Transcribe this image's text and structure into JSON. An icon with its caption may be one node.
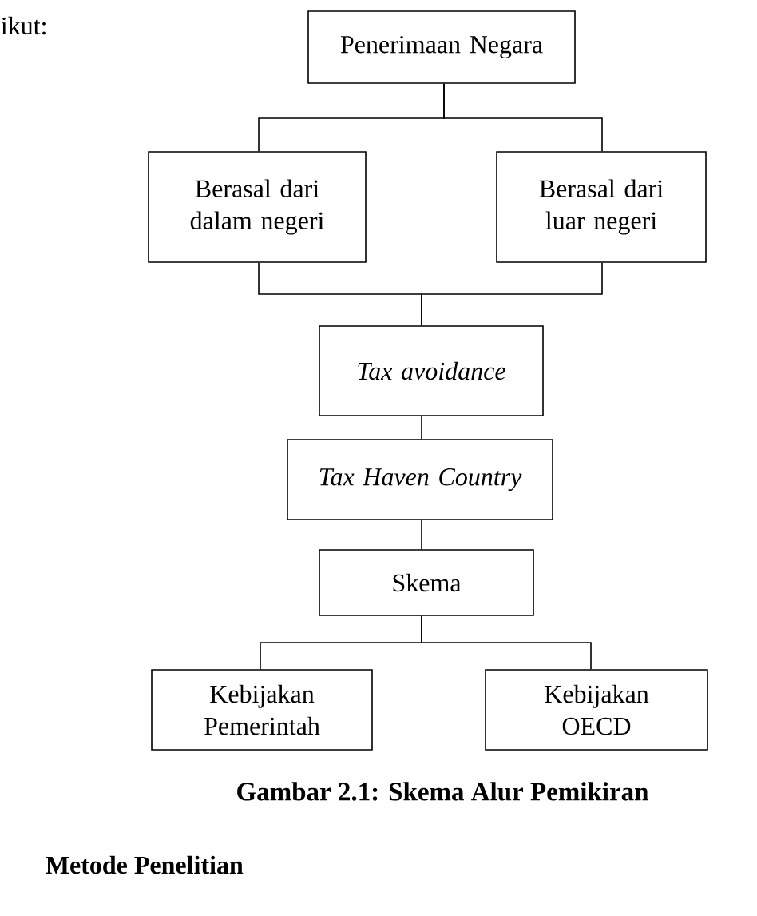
{
  "diagram": {
    "caption": "Gambar 2.1: Skema Alur Pemikiran",
    "nodes": [
      {
        "text": [
          "Penerimaan Negara"
        ]
      },
      {
        "text": [
          "Berasal dari dalam negeri"
        ]
      },
      {
        "text": [
          "Berasal dari luar negeri"
        ]
      },
      {
        "text": [
          "Tax avoidance"
        ]
      },
      {
        "text": [
          "Tax Haven Country"
        ]
      },
      {
        "text": [
          "Skema"
        ]
      },
      {
        "text": [
          "Kebijakan Pemerintah"
        ]
      },
      {
        "text": [
          "Kebijakan OECD"
        ]
      }
    ],
    "edges": [
      {
        "from": 0,
        "to": 1,
        "arrow": "none"
      },
      {
        "from": 0,
        "to": 2,
        "arrow": "none"
      },
      {
        "from": 1,
        "to": 3,
        "arrow": "none"
      },
      {
        "from": 2,
        "to": 3,
        "arrow": "none"
      },
      {
        "from": 3,
        "to": 4,
        "arrow": "none"
      },
      {
        "from": 4,
        "to": 5,
        "arrow": "none"
      },
      {
        "from": 5,
        "to": 6,
        "arrow": "none"
      },
      {
        "from": 5,
        "to": 7,
        "arrow": "none"
      }
    ],
    "labels": [
      "ikut:",
      "Metode Penelitian"
    ]
  }
}
